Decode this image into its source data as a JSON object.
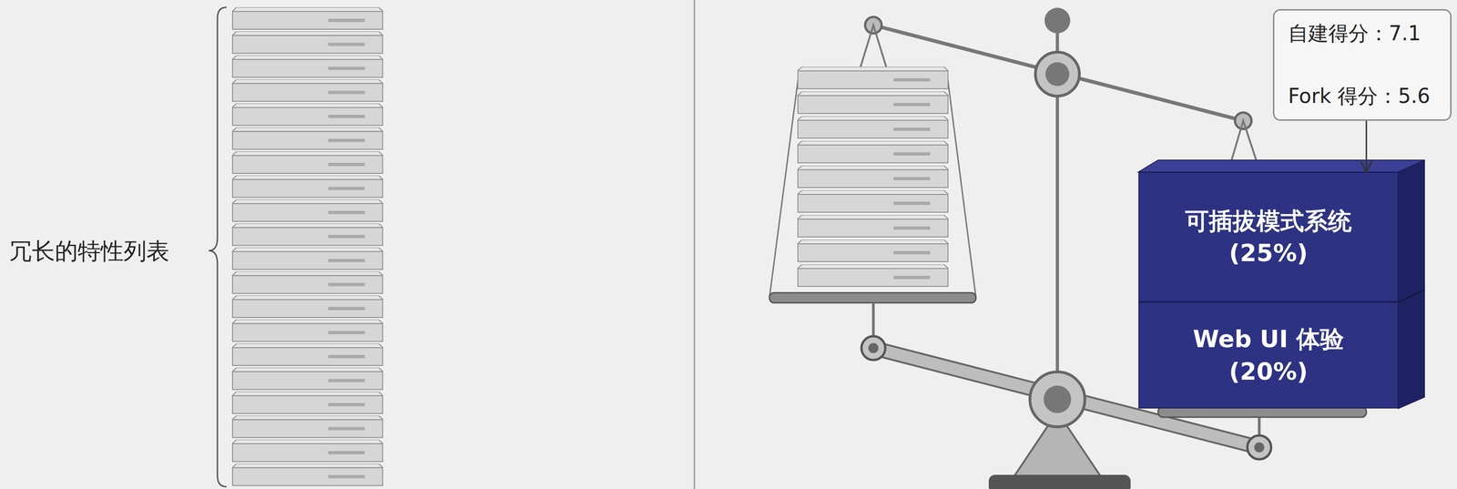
{
  "diagram": {
    "nodes": [
      {
        "text": [
          "自建得分：7.1",
          "Fork 得分：5.6"
        ]
      },
      {
        "text": [
          "可插拔模式系统 (25%)"
        ]
      },
      {
        "text": [
          "Web UI 体验 (20%)"
        ]
      }
    ],
    "edges": [
      {
        "from": 0,
        "to": 1,
        "arrow": "to"
      }
    ],
    "labels": [
      "冗长的特性列表"
    ]
  }
}
